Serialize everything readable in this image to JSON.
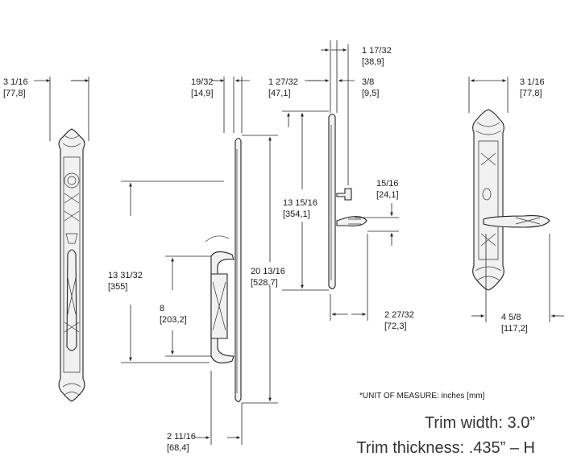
{
  "dimensions": {
    "front_left_width": {
      "in": "3 1/16",
      "mm": "[77,8]"
    },
    "side_projection": {
      "in": "19/32",
      "mm": "[14,9]"
    },
    "side_plate_width": {
      "in": "1 27/32",
      "mm": "[47,1]"
    },
    "top_offset": {
      "in": "1 17/32",
      "mm": "[38,9]"
    },
    "plate_thickness": {
      "in": "3/8",
      "mm": "[9,5]"
    },
    "handle_overall": {
      "in": "13 31/32",
      "mm": "[355]"
    },
    "grip_length": {
      "in": "8",
      "mm": "[203,2]"
    },
    "plate_height": {
      "in": "20 13/16",
      "mm": "[528,7]"
    },
    "lever_spacing": {
      "in": "13 15/16",
      "mm": "[354,1]"
    },
    "thumbturn_to_lever": {
      "in": "15/16",
      "mm": "[24,1]"
    },
    "lever_projection": {
      "in": "2 27/32",
      "mm": "[72,3]"
    },
    "grip_projection": {
      "in": "2 11/16",
      "mm": "[68,4]"
    },
    "back_width": {
      "in": "3 1/16",
      "mm": "[77,8]"
    },
    "lever_length": {
      "in": "4 5/8",
      "mm": "[117,2]"
    }
  },
  "notes": {
    "unit": "*UNIT OF MEASURE: inches [mm]",
    "trim_width": "Trim width: 3.0”",
    "trim_thickness": "Trim thickness: .435” – H"
  }
}
